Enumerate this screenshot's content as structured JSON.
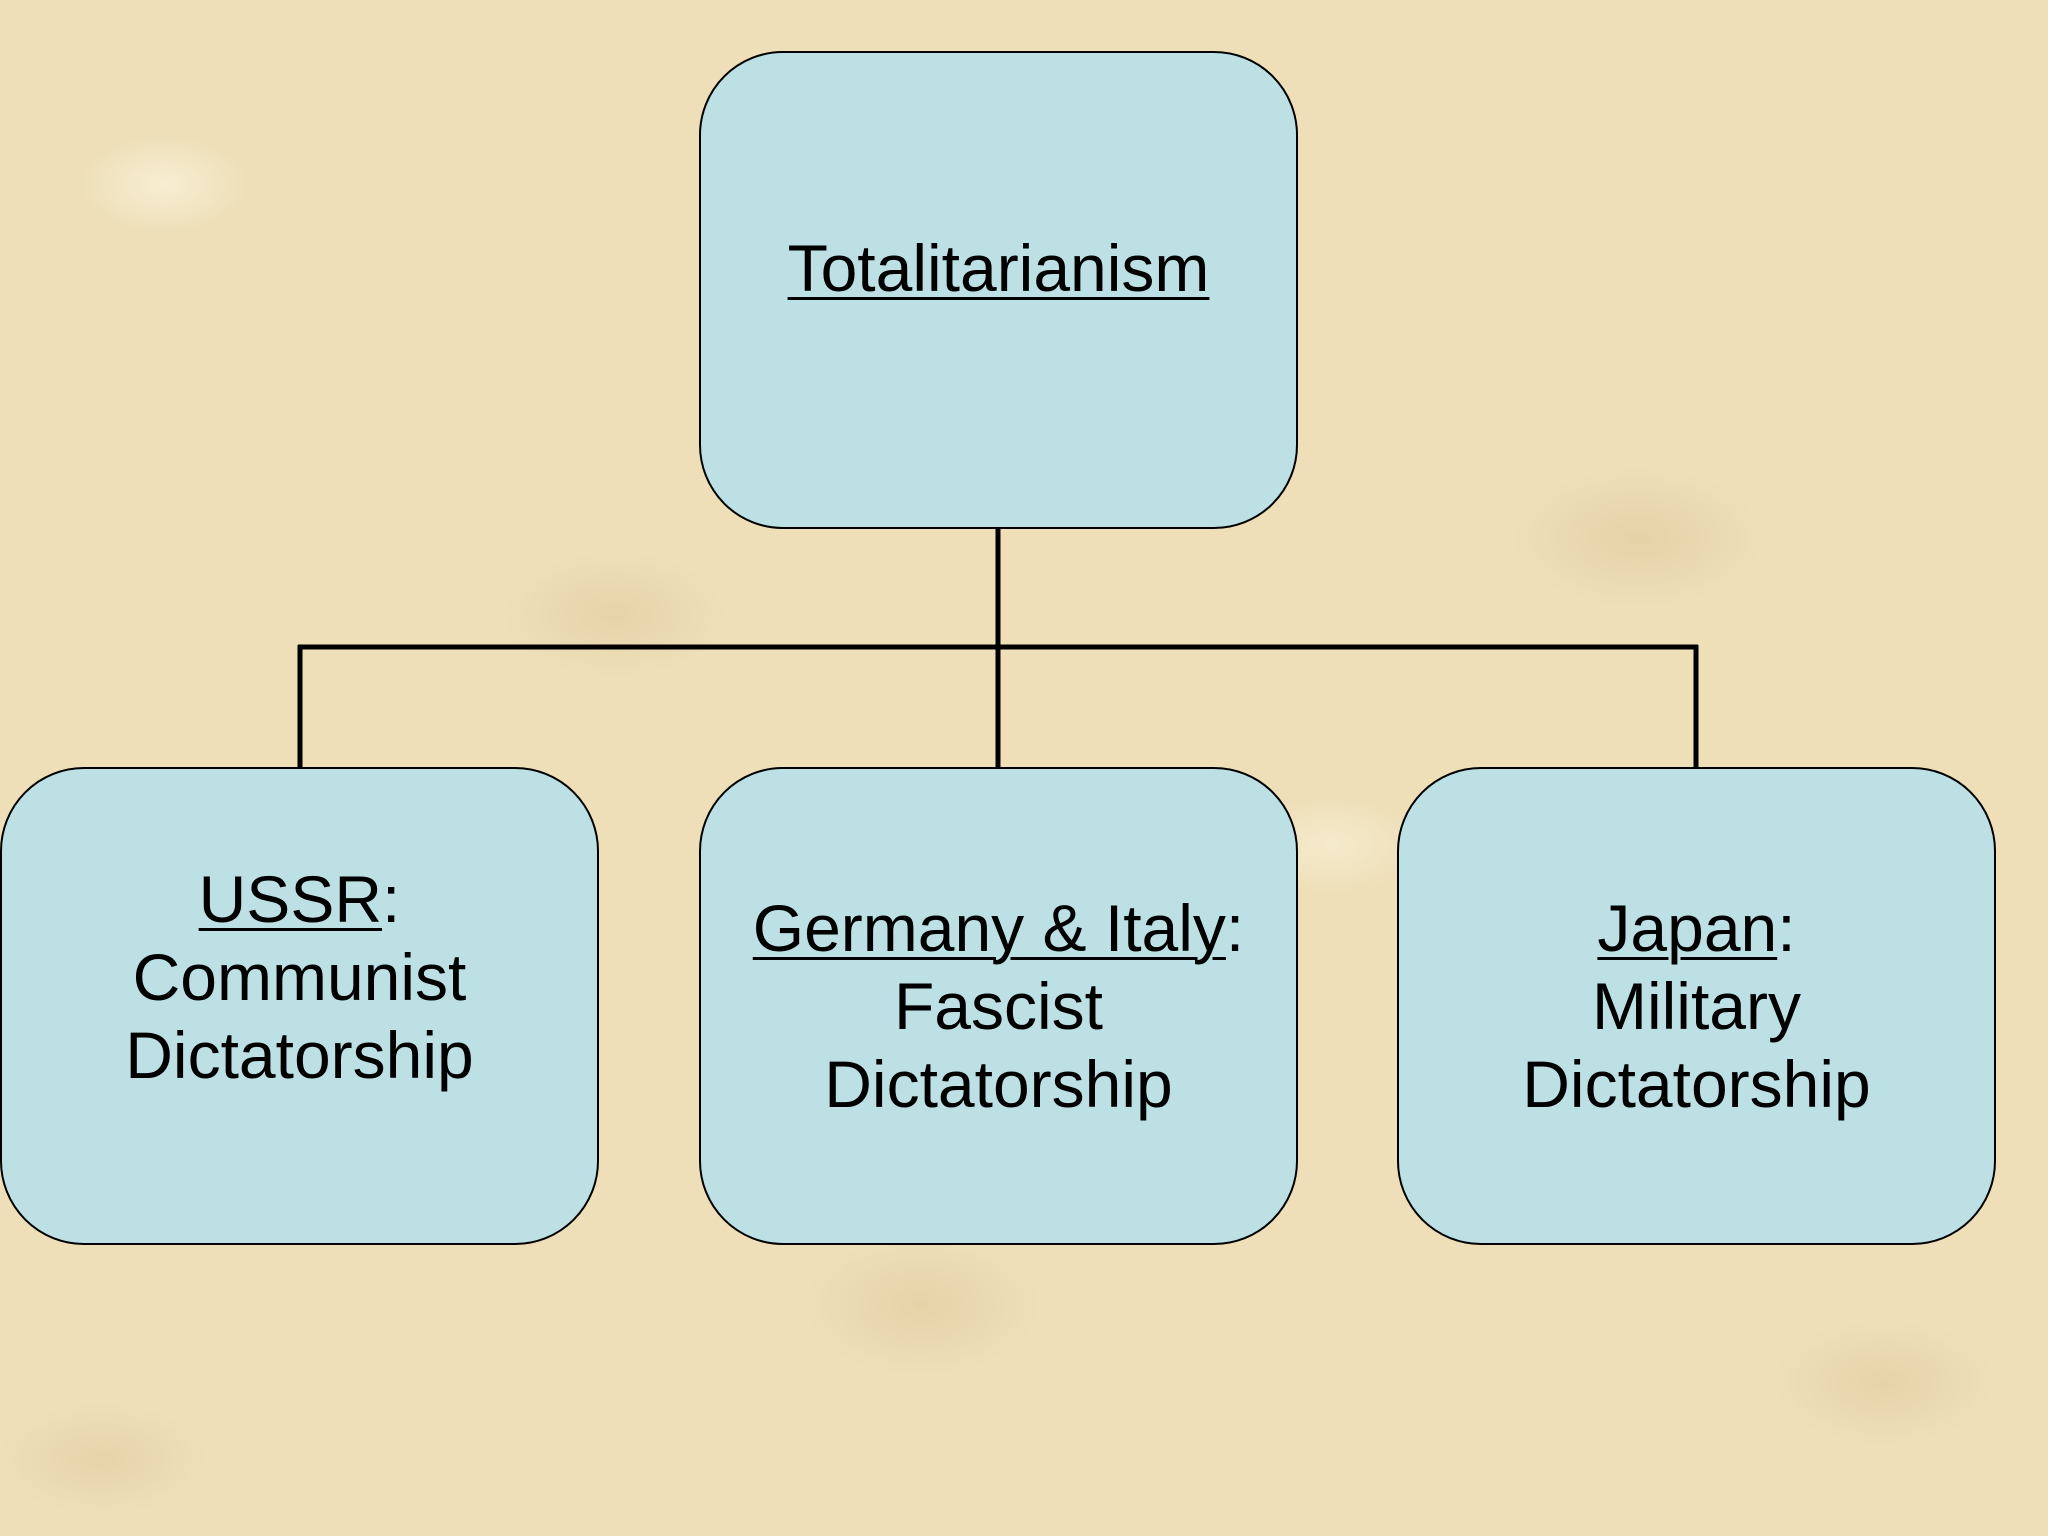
{
  "diagram": {
    "root": {
      "label": "Totalitarianism"
    },
    "children": [
      {
        "id": "ussr",
        "name": "USSR",
        "separator": ":",
        "description_lines": [
          "Communist",
          "Dictatorship"
        ]
      },
      {
        "id": "germany",
        "name": "Germany & Italy",
        "separator": ":",
        "description_lines": [
          "Fascist",
          "Dictatorship"
        ]
      },
      {
        "id": "japan",
        "name": "Japan",
        "separator": ":",
        "description_lines": [
          "Military",
          "Dictatorship"
        ]
      }
    ],
    "colors": {
      "node_fill": "#bde0e5",
      "node_border": "#000000",
      "connector": "#000000",
      "background": "#eedfb8"
    }
  }
}
